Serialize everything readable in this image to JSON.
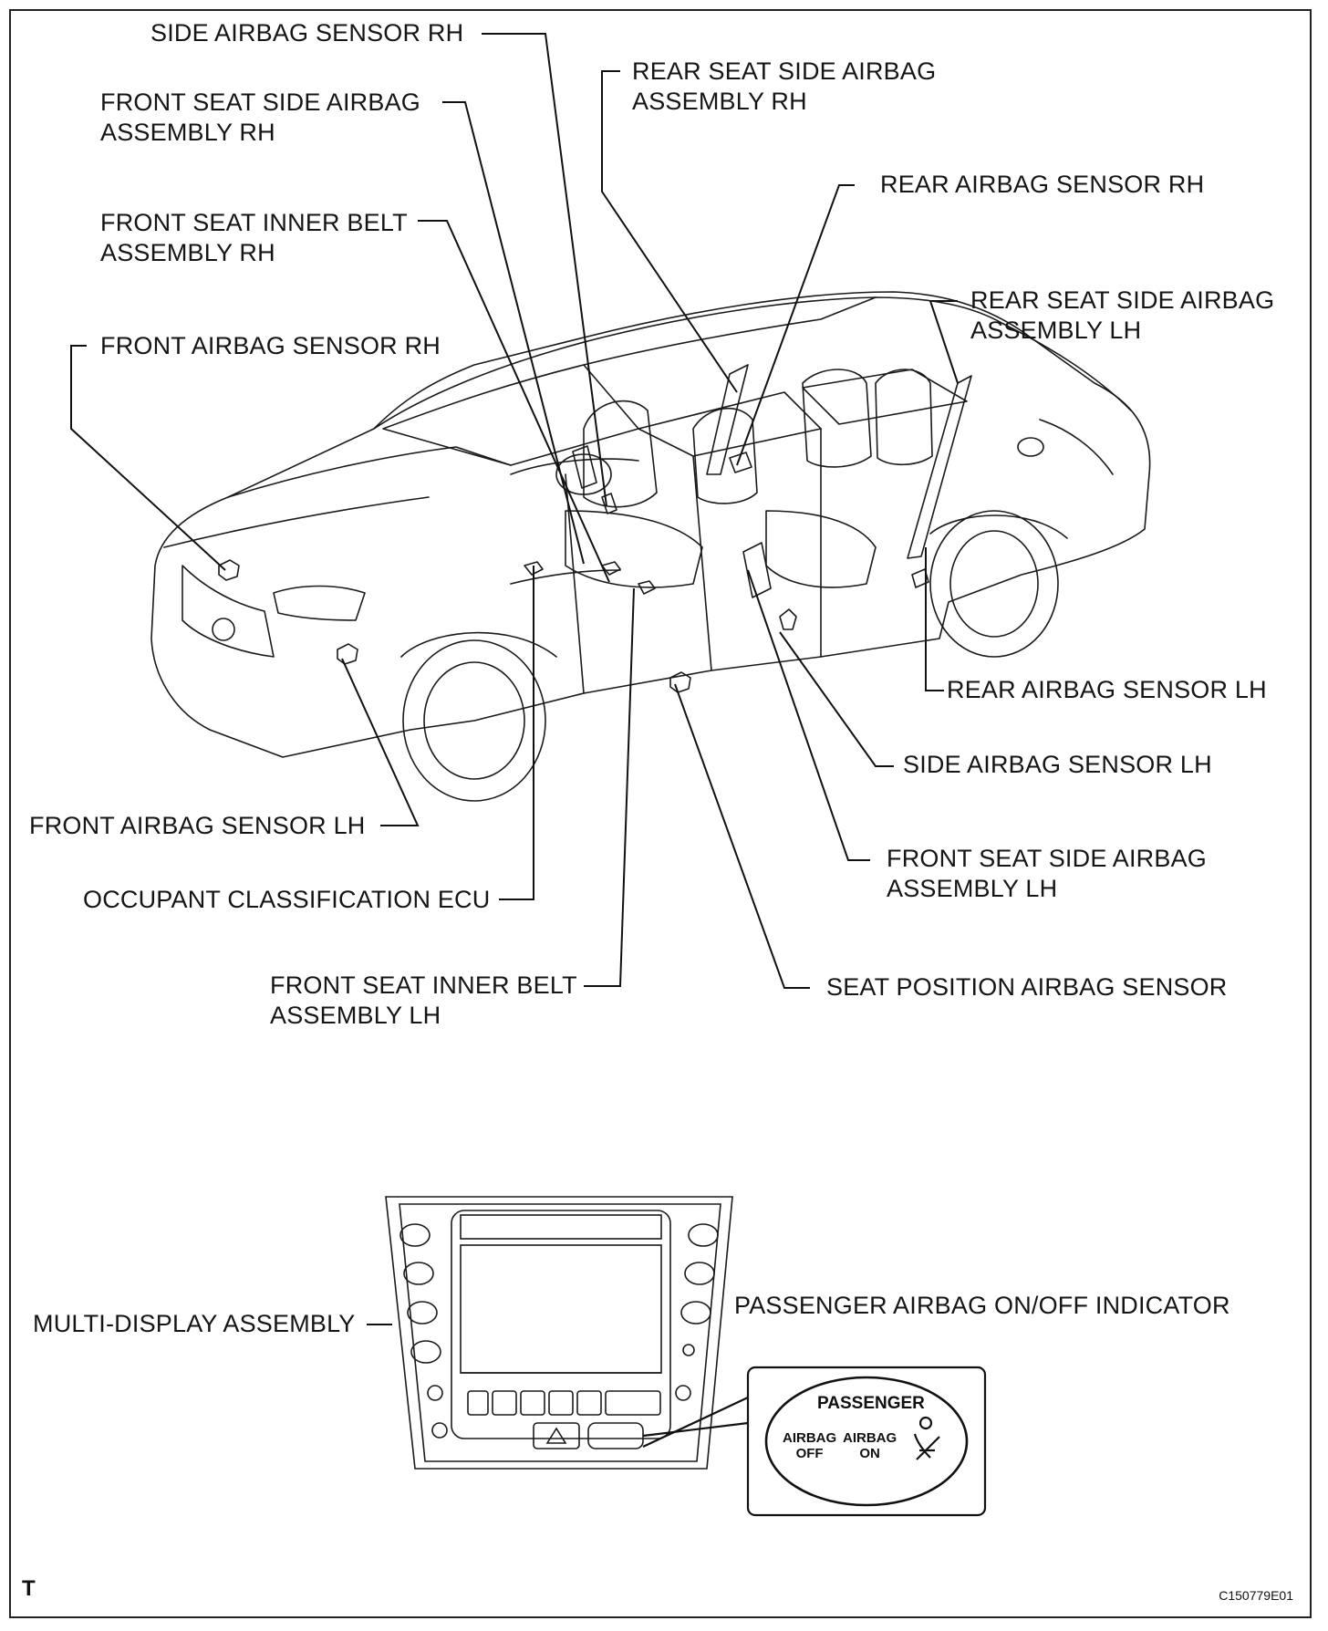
{
  "labels": {
    "side_airbag_sensor_rh": "SIDE AIRBAG SENSOR RH",
    "front_seat_side_airbag_rh": "FRONT SEAT SIDE AIRBAG\nASSEMBLY RH",
    "front_seat_inner_belt_rh": "FRONT SEAT INNER BELT\nASSEMBLY RH",
    "front_airbag_sensor_rh": "FRONT AIRBAG SENSOR RH",
    "rear_seat_side_airbag_rh": "REAR SEAT SIDE AIRBAG\nASSEMBLY RH",
    "rear_airbag_sensor_rh": "REAR AIRBAG SENSOR RH",
    "rear_seat_side_airbag_lh": "REAR SEAT SIDE AIRBAG\nASSEMBLY LH",
    "rear_airbag_sensor_lh": "REAR AIRBAG SENSOR LH",
    "side_airbag_sensor_lh": "SIDE AIRBAG SENSOR LH",
    "front_seat_side_airbag_lh": "FRONT SEAT SIDE AIRBAG\nASSEMBLY LH",
    "seat_position_airbag_sensor": "SEAT POSITION AIRBAG SENSOR",
    "front_seat_inner_belt_lh": "FRONT SEAT INNER BELT\nASSEMBLY LH",
    "occupant_classification_ecu": "OCCUPANT CLASSIFICATION ECU",
    "front_airbag_sensor_lh": "FRONT AIRBAG SENSOR LH",
    "multi_display_assembly": "MULTI-DISPLAY ASSEMBLY",
    "passenger_airbag_indicator": "PASSENGER AIRBAG ON/OFF INDICATOR"
  },
  "indicator": {
    "title": "PASSENGER",
    "off_label": "AIRBAG\nOFF",
    "on_label": "AIRBAG\nON"
  },
  "corner_mark": "T",
  "figure_code": "C150779E01"
}
